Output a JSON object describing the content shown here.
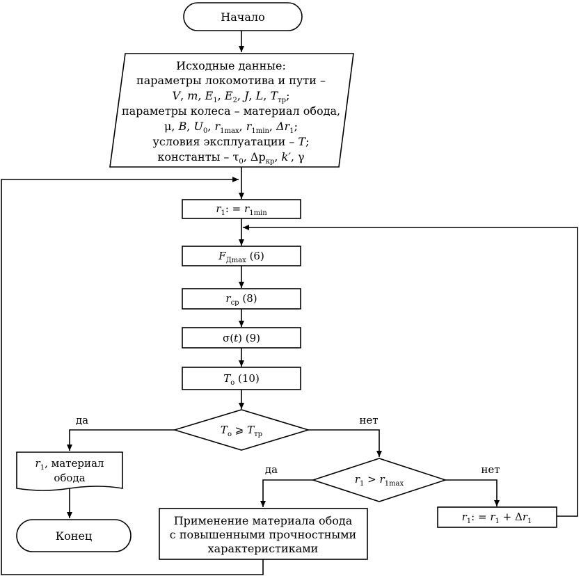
{
  "flowchart": {
    "start": "Начало",
    "input": {
      "line1": "Исходные данные:",
      "line2": "параметры локомотива и пути –",
      "line3_vars": [
        "V",
        "m",
        "E",
        "E",
        "J",
        "L",
        "T"
      ],
      "line3_subs": [
        "1",
        "2",
        "тр"
      ],
      "line4": "параметры колеса – материал обода,",
      "line5_vars": [
        "μ",
        "B",
        "U",
        "r",
        "r",
        "Δr"
      ],
      "line5_subs": [
        "0",
        "1max",
        "1min",
        "1"
      ],
      "line6_text": "условия эксплуатации – ",
      "line6_var": "T",
      "line7_text": "константы – ",
      "line7_vars": [
        "τ",
        "Δp",
        "k′",
        "γ"
      ],
      "line7_subs": [
        "0",
        "кр"
      ]
    },
    "init": {
      "var": "r",
      "sub": "1",
      "assign": ": = ",
      "rhs_var": "r",
      "rhs_sub": "1min"
    },
    "step_force": {
      "var": "F",
      "sub": "Дmax",
      "ref": "(6)"
    },
    "step_rsr": {
      "var": "r",
      "sub": "ср",
      "ref": "(8)"
    },
    "step_sigma": {
      "text": "σ(",
      "var": "t",
      "close": ")",
      "ref": "(9)"
    },
    "step_to": {
      "var": "T",
      "sub": "о",
      "ref": "(10)"
    },
    "decision1": {
      "lhs_var": "T",
      "lhs_sub": "о",
      "op": "⩾",
      "rhs_var": "T",
      "rhs_sub": "тр",
      "yes": "да",
      "no": "нет"
    },
    "output": {
      "var": "r",
      "sub": "1",
      "line1_rest": ", материал",
      "line2": "обода"
    },
    "end": "Конец",
    "decision2": {
      "lhs_var": "r",
      "lhs_sub": "1",
      "op": ">",
      "rhs_var": "r",
      "rhs_sub": "1max",
      "yes": "да",
      "no": "нет"
    },
    "apply_material": {
      "line1": "Применение материала обода",
      "line2": "с повышенными прочностными",
      "line3": "характеристиками"
    },
    "increment": {
      "var": "r",
      "sub": "1",
      "assign": ": = ",
      "rhs_var": "r",
      "rhs_sub": "1",
      "plus": " + Δ",
      "delta_var": "r",
      "delta_sub": "1"
    }
  }
}
